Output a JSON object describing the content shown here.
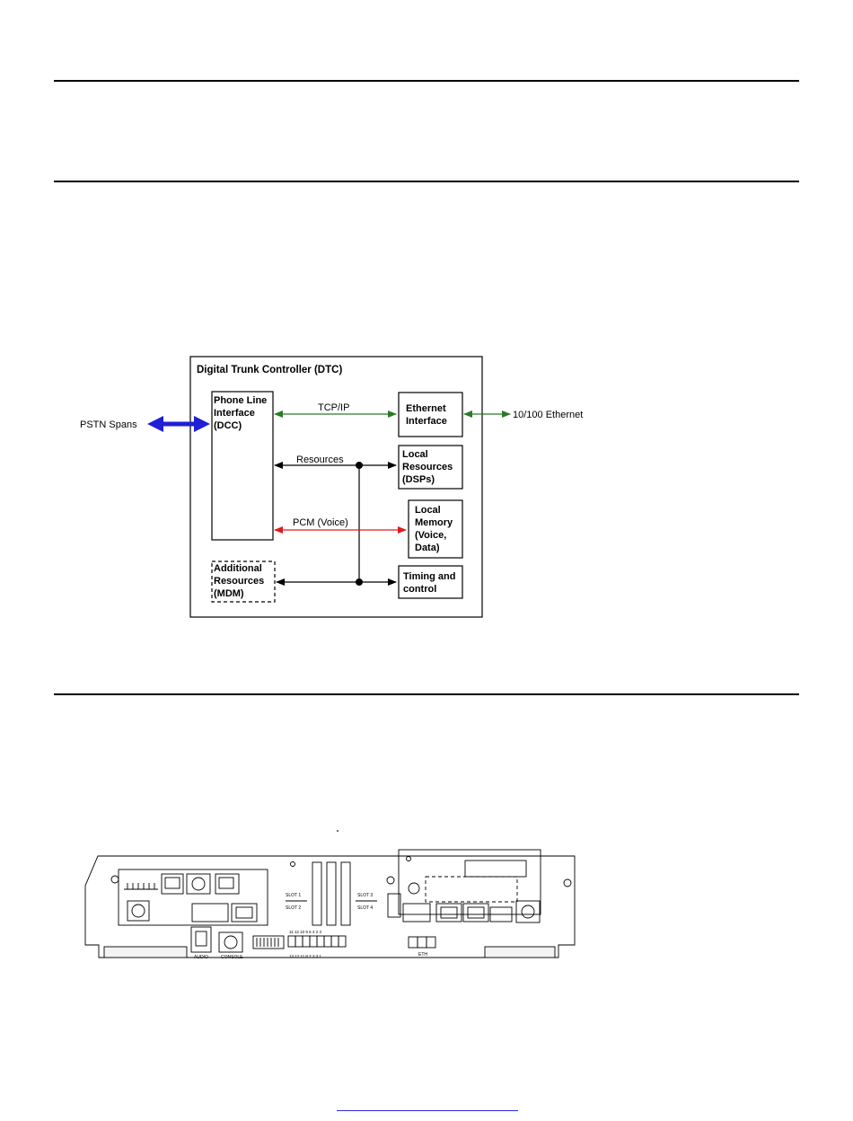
{
  "diagram": {
    "outer_box_title": "Digital Trunk Controller (DTC)",
    "phone_line_interface": [
      "Phone Line",
      "Interface",
      "(DCC)"
    ],
    "ethernet_interface": [
      "Ethernet",
      "Interface"
    ],
    "local_resources": [
      "Local",
      "Resources",
      "(DSPs)"
    ],
    "local_memory": [
      "Local",
      "Memory",
      "(Voice,",
      "Data)"
    ],
    "timing_control": [
      "Timing and",
      "control"
    ],
    "additional_resources": [
      "Additional",
      "Resources",
      "(MDM)"
    ],
    "tcpip_label": "TCP/IP",
    "resources_label": "Resources",
    "pcm_label": "PCM (Voice)",
    "pstn_label": "PSTN Spans",
    "ethernet_label": "10/100 Ethernet",
    "colors": {
      "blue_arrow": "#1f1fd8",
      "green_arrow": "#2a7a2a",
      "red_arrow": "#e01a1a",
      "black": "#000000"
    }
  },
  "panel": {
    "labels": {
      "slot1": "SLOT 1",
      "slot2": "SLOT 2",
      "slot3": "SLOT 3",
      "slot4": "SLOT 4",
      "audio": "AUDIO",
      "console": "CONSOLE",
      "eth": "ETH",
      "top_numbers": "11 12 10 9 6 4 2 3",
      "bottom_numbers": "13 12 11 8 7 3 3 1"
    }
  }
}
